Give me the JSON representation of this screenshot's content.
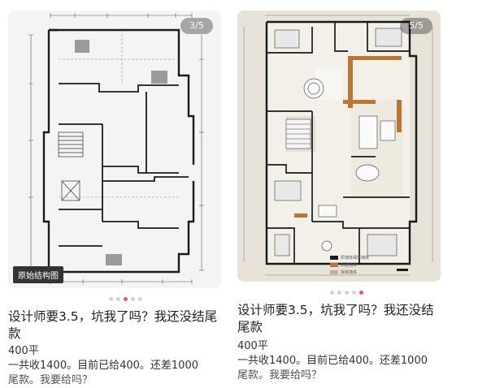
{
  "cards": [
    {
      "image": {
        "counter": "3/5",
        "tag": "原始结构图"
      },
      "carousel": {
        "total": 5,
        "active": 3
      },
      "title": "设计师要3.5，坑我了吗？我还没结尾款",
      "desc": {
        "line1": "400平",
        "line2": "一共收1400。目前已给400。还差1000",
        "line3": "尾款。我要给吗？"
      }
    },
    {
      "image": {
        "counter": "5/5",
        "legend": [
          "原墙体保留墙体",
          "新建墙体",
          "拆除墙体"
        ]
      },
      "carousel": {
        "total": 5,
        "active": 5
      },
      "title": "设计师要3.5，坑我了吗？我还没结尾款",
      "desc": {
        "line1": "400平",
        "line2": "一共收1400。目前已给400。还差1000",
        "line3": "尾款。我要给吗？"
      }
    }
  ],
  "colors": {
    "accent": "#ff4d63",
    "wall": "#1a1a1a",
    "wood": "#b8763a",
    "plan_bg": "#e8e3d8"
  }
}
